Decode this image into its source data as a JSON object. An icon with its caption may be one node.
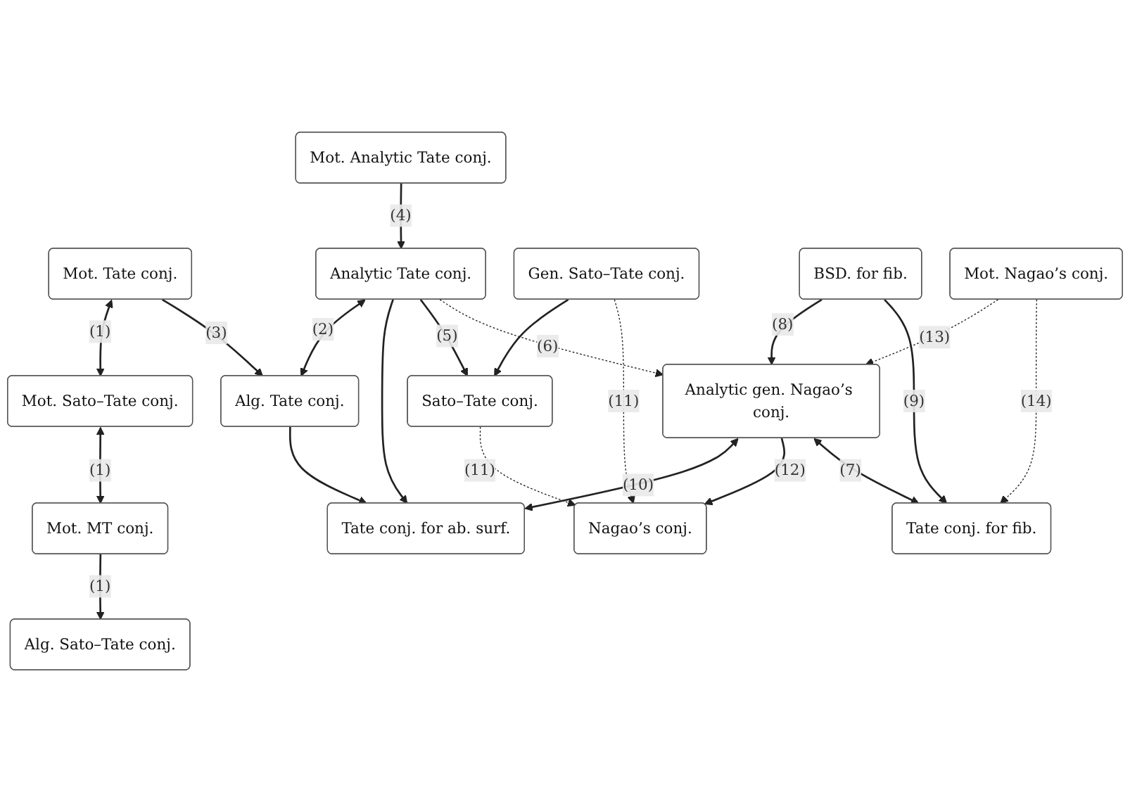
{
  "diagram": {
    "nodes": [
      {
        "text": [
          "Mot. Analytic Tate conj."
        ]
      },
      {
        "text": [
          "Mot. Tate conj."
        ]
      },
      {
        "text": [
          "Mot. Sato–Tate conj."
        ]
      },
      {
        "text": [
          "Mot. MT conj."
        ]
      },
      {
        "text": [
          "Analytic Tate conj."
        ]
      },
      {
        "text": [
          "Alg. Tate conj."
        ]
      },
      {
        "text": [
          "Alg. Sato–Tate conj."
        ]
      },
      {
        "text": [
          "Gen. Sato–Tate conj."
        ]
      },
      {
        "text": [
          "Tate conj. for ab. surf."
        ]
      },
      {
        "text": [
          "Sato–Tate conj."
        ]
      },
      {
        "text": [
          "Nagao’s conj."
        ]
      },
      {
        "text": [
          "BSD. for fib."
        ]
      },
      {
        "text": [
          "Analytic gen. Nagao’s conj."
        ]
      },
      {
        "text": [
          "Tate conj. for fib."
        ]
      },
      {
        "text": [
          "Mot. Nagao’s conj."
        ]
      }
    ],
    "edges": [
      {
        "from": 1,
        "to": 2,
        "arrow": "both",
        "label": "(1)"
      },
      {
        "from": 2,
        "to": 3,
        "arrow": "both",
        "label": "(1)"
      },
      {
        "from": 3,
        "to": 6,
        "arrow": "to",
        "label": "(1)"
      },
      {
        "from": 0,
        "to": 4,
        "arrow": "to",
        "label": "(4)"
      },
      {
        "from": 1,
        "to": 5,
        "arrow": "to",
        "label": "(3)"
      },
      {
        "from": 4,
        "to": 5,
        "arrow": "both",
        "label": "(2)"
      },
      {
        "from": 4,
        "to": 8,
        "arrow": "to"
      },
      {
        "from": 5,
        "to": 8,
        "arrow": "to"
      },
      {
        "from": 4,
        "to": 9,
        "arrow": "to",
        "label": "(5)"
      },
      {
        "from": 4,
        "to": 12,
        "arrow": "to",
        "label": "(6)",
        "style": "dashed"
      },
      {
        "from": 7,
        "to": 9,
        "arrow": "to"
      },
      {
        "from": 9,
        "to": 10,
        "arrow": "to",
        "label": "(11)",
        "style": "dashed"
      },
      {
        "from": 7,
        "to": 10,
        "arrow": "to",
        "label": "(11)",
        "style": "dashed"
      },
      {
        "from": 12,
        "to": 8,
        "arrow": "both",
        "label": "(10)"
      },
      {
        "from": 11,
        "to": 12,
        "arrow": "to",
        "label": "(8)"
      },
      {
        "from": 12,
        "to": 10,
        "arrow": "to",
        "label": "(12)"
      },
      {
        "from": 11,
        "to": 13,
        "arrow": "to",
        "label": "(9)"
      },
      {
        "from": 12,
        "to": 13,
        "arrow": "both",
        "label": "(7)"
      },
      {
        "from": 14,
        "to": 12,
        "arrow": "to",
        "label": "(13)",
        "style": "dashed"
      },
      {
        "from": 14,
        "to": 13,
        "arrow": "to",
        "label": "(14)",
        "style": "dashed"
      }
    ]
  }
}
